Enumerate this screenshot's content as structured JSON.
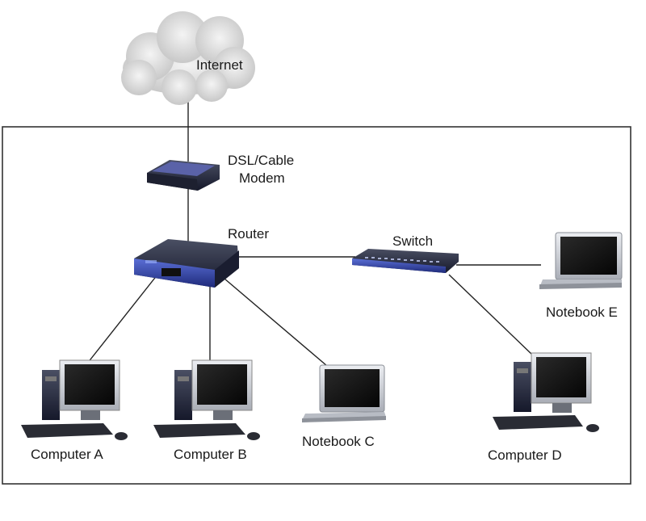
{
  "labels": {
    "internet": "Internet",
    "modem_line1": "DSL/Cable",
    "modem_line2": "Modem",
    "router": "Router",
    "switch": "Switch",
    "notebook_e": "Notebook E",
    "computer_a": "Computer A",
    "computer_b": "Computer B",
    "notebook_c": "Notebook C",
    "computer_d": "Computer D"
  },
  "colors": {
    "line": "#222222",
    "frame": "#333333",
    "cloud": "#d6d6d6",
    "device_dark": "#1f2433",
    "device_blue": "#3a4fb0",
    "screen": "#0c0c0c",
    "silver": "#c9ccd2"
  }
}
